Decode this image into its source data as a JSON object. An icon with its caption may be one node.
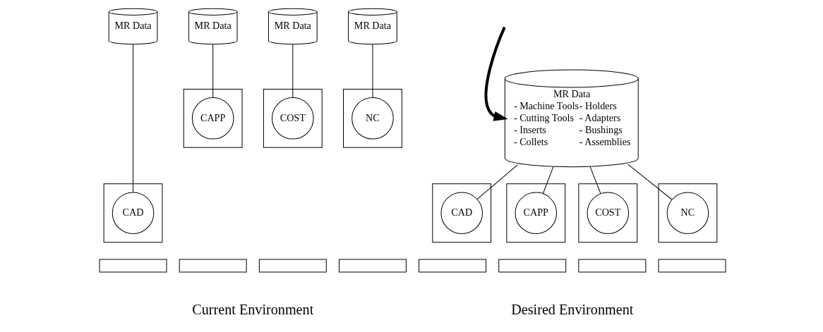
{
  "diagram": {
    "nodes": [
      {
        "text": [
          "MR Data",
          "- Machine Tools",
          "- Holders",
          "- Cutting Tools",
          "- Adapters",
          "- Inserts",
          "- Bushings",
          "- Collets",
          "- Assemblies"
        ]
      },
      {
        "text": [
          "MR Data"
        ]
      },
      {
        "text": [
          "MR Data"
        ]
      },
      {
        "text": [
          "MR Data"
        ]
      },
      {
        "text": [
          "MR Data"
        ]
      },
      {
        "text": [],
        "shape": "box"
      },
      {
        "text": [
          "CAD"
        ],
        "in": 5
      },
      {
        "text": [],
        "shape": "box"
      },
      {
        "text": [
          "CAPP"
        ],
        "in": 7
      },
      {
        "text": [],
        "shape": "box"
      },
      {
        "text": [
          "COST"
        ],
        "in": 9
      },
      {
        "text": [],
        "shape": "box"
      },
      {
        "text": [
          "NC"
        ],
        "in": 11
      },
      {
        "text": [],
        "shape": "box"
      },
      {
        "text": [
          "CAD"
        ],
        "in": 13
      },
      {
        "text": [],
        "shape": "box"
      },
      {
        "text": [
          "CAPP"
        ],
        "in": 15
      },
      {
        "text": [],
        "shape": "box"
      },
      {
        "text": [
          "COST"
        ],
        "in": 17
      },
      {
        "text": [],
        "shape": "box"
      },
      {
        "text": [
          "NC"
        ],
        "in": 19
      },
      {
        "text": [],
        "shape": "bar"
      },
      {
        "text": [],
        "shape": "bar"
      },
      {
        "text": [],
        "shape": "bar"
      },
      {
        "text": [],
        "shape": "bar"
      },
      {
        "text": [],
        "shape": "bar"
      },
      {
        "text": [],
        "shape": "bar"
      },
      {
        "text": [],
        "shape": "bar"
      },
      {
        "text": [],
        "shape": "bar"
      }
    ],
    "edges": [
      {
        "from": null,
        "to": 0,
        "arrow": "to",
        "style": "thick"
      },
      {
        "from": 1,
        "to": 6,
        "arrow": "none"
      },
      {
        "from": 2,
        "to": 8,
        "arrow": "none"
      },
      {
        "from": 3,
        "to": 10,
        "arrow": "none"
      },
      {
        "from": 4,
        "to": 12,
        "arrow": "none"
      },
      {
        "from": 0,
        "to": 14,
        "arrow": "none"
      },
      {
        "from": 0,
        "to": 16,
        "arrow": "none"
      },
      {
        "from": 0,
        "to": 18,
        "arrow": "none"
      },
      {
        "from": 0,
        "to": 20,
        "arrow": "none"
      }
    ],
    "labels": [
      "Current Environment",
      "Desired Environment"
    ]
  }
}
